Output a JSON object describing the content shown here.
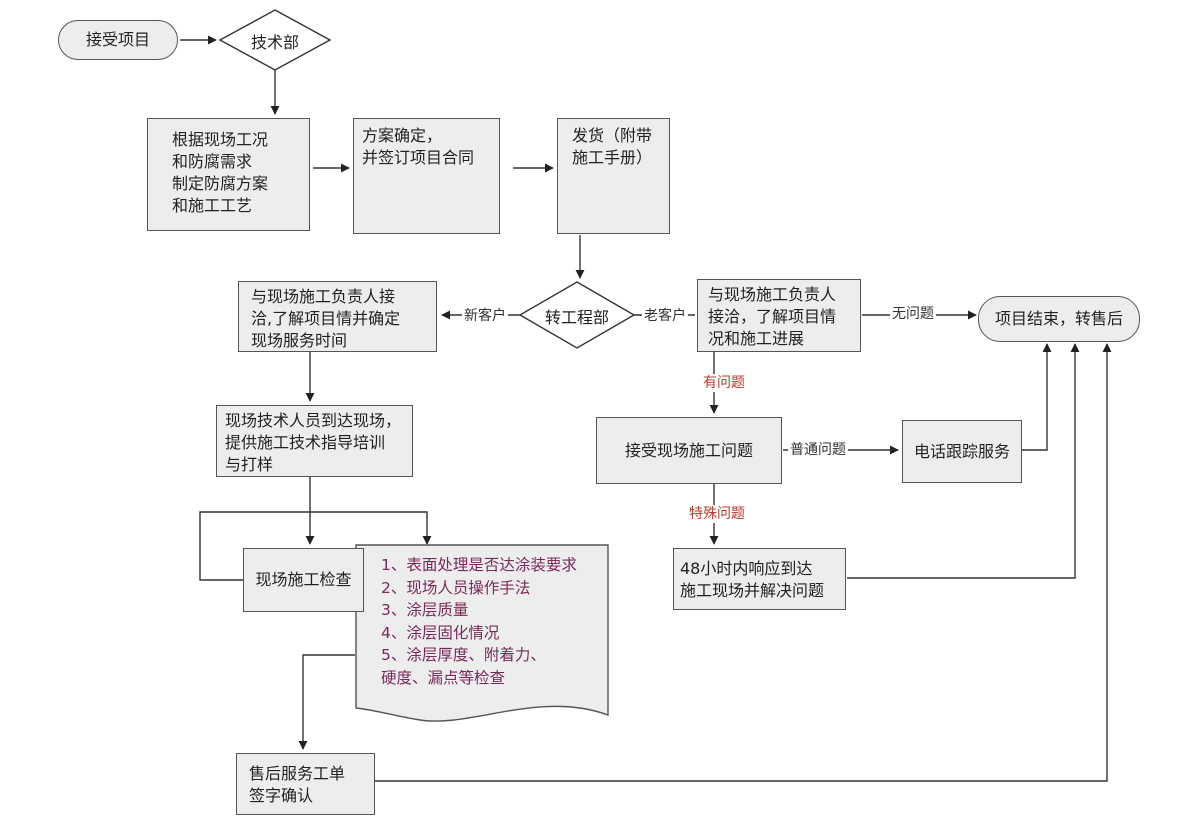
{
  "nodes": {
    "start": "接受项目",
    "tech_dept": "技术部",
    "plan_by_site": "根据现场工况\n和防腐需求\n制定防腐方案\n和施工工艺",
    "confirm_contract": "方案确定，\n并签订项目合同",
    "ship": "发货（附带\n施工手册）",
    "engineering_dept": "转工程部",
    "new_contact": "与现场施工负责人接\n洽,了解项目情并确定\n现场服务时间",
    "old_contact": "与现场施工负责人\n接洽，了解项目情\n况和施工进展",
    "project_end": "项目结束，转售后",
    "tech_onsite": "现场技术人员到达现场，\n提供施工技术指导培训\n与打样",
    "accept_issue": "接受现场施工问题",
    "phone_service": "电话跟踪服务",
    "onsite_check": "现场施工检查",
    "respond_48h": "48小时内响应到达\n施工现场并解决问题",
    "signoff": "售后服务工单\n签字确认"
  },
  "checklist": "1、表面处理是否达涂装要求\n2、现场人员操作手法\n3、涂层质量\n4、涂层固化情况\n5、涂层厚度、附着力、\n硬度、漏点等检查",
  "edge_labels": {
    "new_customer": "新客户",
    "old_customer": "老客户",
    "no_problem": "无问题",
    "has_problem": "有问题",
    "normal_problem": "普通问题",
    "special_problem": "特殊问题"
  },
  "colors": {
    "box_fill": "#ededed",
    "border": "#555555",
    "checklist_text": "#7a2a5a",
    "warning_label": "#c0392b"
  }
}
